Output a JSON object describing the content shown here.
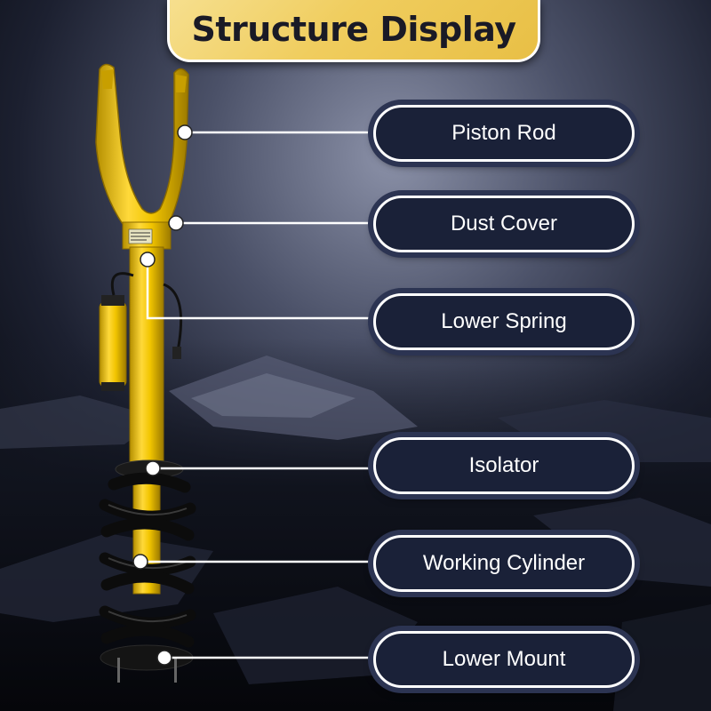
{
  "title": "Structure Display",
  "labels": [
    {
      "id": "piston-rod",
      "text": "Piston Rod"
    },
    {
      "id": "dust-cover",
      "text": "Dust Cover"
    },
    {
      "id": "lower-spring",
      "text": "Lower Spring"
    },
    {
      "id": "isolator",
      "text": "Isolator"
    },
    {
      "id": "working-cylinder",
      "text": "Working Cylinder"
    },
    {
      "id": "lower-mount",
      "text": "Lower Mount"
    }
  ],
  "colors": {
    "banner": "#f0cd5e",
    "label_bg": "#1a2138",
    "strut_yellow": "#f2c500",
    "spring_black": "#101010"
  }
}
